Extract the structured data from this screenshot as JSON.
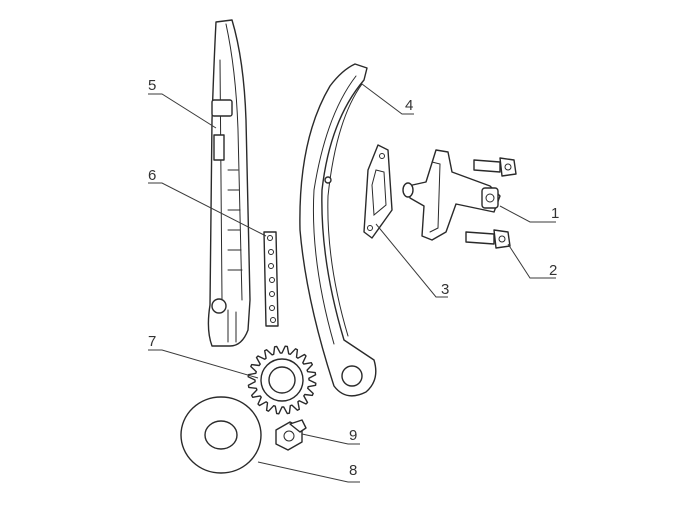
{
  "callouts": [
    {
      "id": "1",
      "label": "1"
    },
    {
      "id": "2",
      "label": "2"
    },
    {
      "id": "3",
      "label": "3"
    },
    {
      "id": "4",
      "label": "4"
    },
    {
      "id": "5",
      "label": "5"
    },
    {
      "id": "6",
      "label": "6"
    },
    {
      "id": "7",
      "label": "7"
    },
    {
      "id": "8",
      "label": "8"
    },
    {
      "id": "9",
      "label": "9"
    }
  ],
  "colors": {
    "line": "#2a2a2a",
    "background": "#ffffff"
  }
}
